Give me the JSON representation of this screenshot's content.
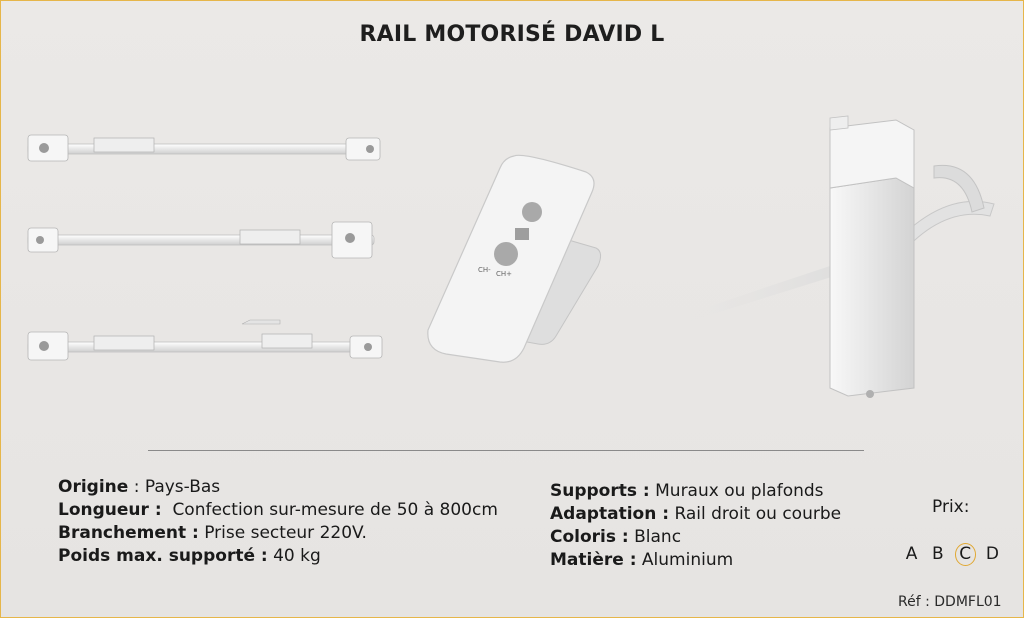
{
  "title": "RAIL MOTORISÉ DAVID L",
  "specs_left": [
    {
      "label": "Origine",
      "sep": " : ",
      "value": "Pays-Bas"
    },
    {
      "label": "Longueur :",
      "sep": "  ",
      "value": "Confection sur-mesure de 50 à 800cm"
    },
    {
      "label": "Branchement :",
      "sep": " ",
      "value": "Prise secteur 220V."
    },
    {
      "label": "Poids max. supporté :",
      "sep": " ",
      "value": "40 kg"
    }
  ],
  "specs_right": [
    {
      "label": "Supports :",
      "sep": " ",
      "value": "Muraux ou plafonds"
    },
    {
      "label": "Adaptation :",
      "sep": " ",
      "value": "Rail droit ou courbe"
    },
    {
      "label": "Coloris :",
      "sep": " ",
      "value": "Blanc"
    },
    {
      "label": "Matière :",
      "sep": " ",
      "value": "Aluminium"
    }
  ],
  "price": {
    "label": "Prix:",
    "grades": [
      "A",
      "B",
      "C",
      "D"
    ],
    "selected": "C"
  },
  "reference": "Réf : DDMFL01",
  "remote": {
    "button_left": "CH-",
    "button_right": "CH+"
  },
  "colors": {
    "accent": "#e0a833",
    "rail": "#f4f4f4",
    "text": "#1a1a1a"
  }
}
